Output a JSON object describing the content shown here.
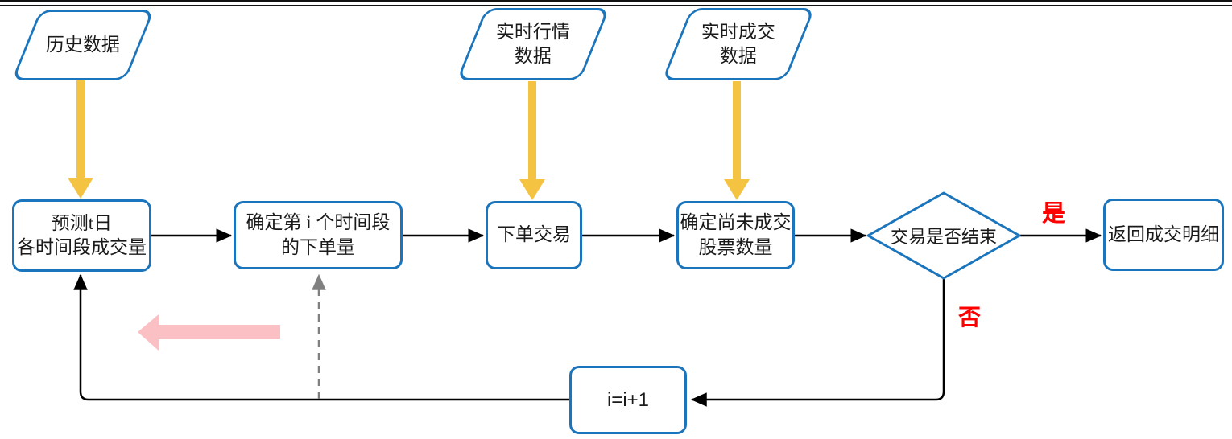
{
  "nodes": {
    "history_data": {
      "lines": [
        "历史数据"
      ]
    },
    "realtime_market_data": {
      "lines": [
        "实时行情",
        "数据"
      ]
    },
    "realtime_trade_data": {
      "lines": [
        "实时成交",
        "数据"
      ]
    },
    "predict_volume": {
      "lines": [
        "预测t日",
        "各时间段成交量"
      ]
    },
    "determine_order_qty": {
      "lines": [
        "确定第 i 个时间段",
        "的下单量"
      ]
    },
    "place_order": {
      "lines": [
        "下单交易"
      ]
    },
    "remaining_shares": {
      "lines": [
        "确定尚未成交",
        "股票数量"
      ]
    },
    "decision_trade_end": {
      "label": "交易是否结束"
    },
    "return_details": {
      "lines": [
        "返回成交明细"
      ]
    },
    "increment_i": {
      "label": "i=i+1"
    }
  },
  "edge_labels": {
    "yes": "是",
    "no": "否"
  },
  "colors": {
    "node_border": "#1B75BC",
    "input_arrow": "#F5C342",
    "loop_highlight": "#FBC0C3",
    "edge_label_text": "#FF0000",
    "connector": "#000000",
    "dashed_feedback": "#808080"
  }
}
